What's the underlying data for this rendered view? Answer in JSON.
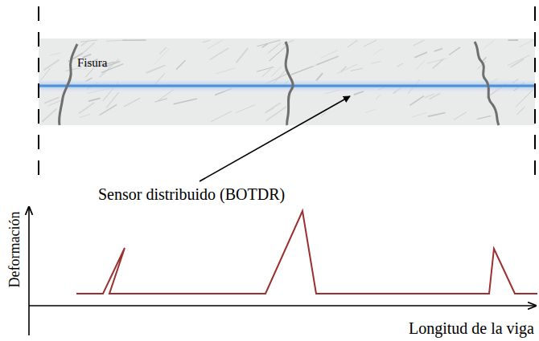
{
  "diagram": {
    "labels": [
      "Fisura",
      "Sensor distribuido (BOTDR)",
      "Deformación",
      "Longitud de la viga"
    ]
  }
}
